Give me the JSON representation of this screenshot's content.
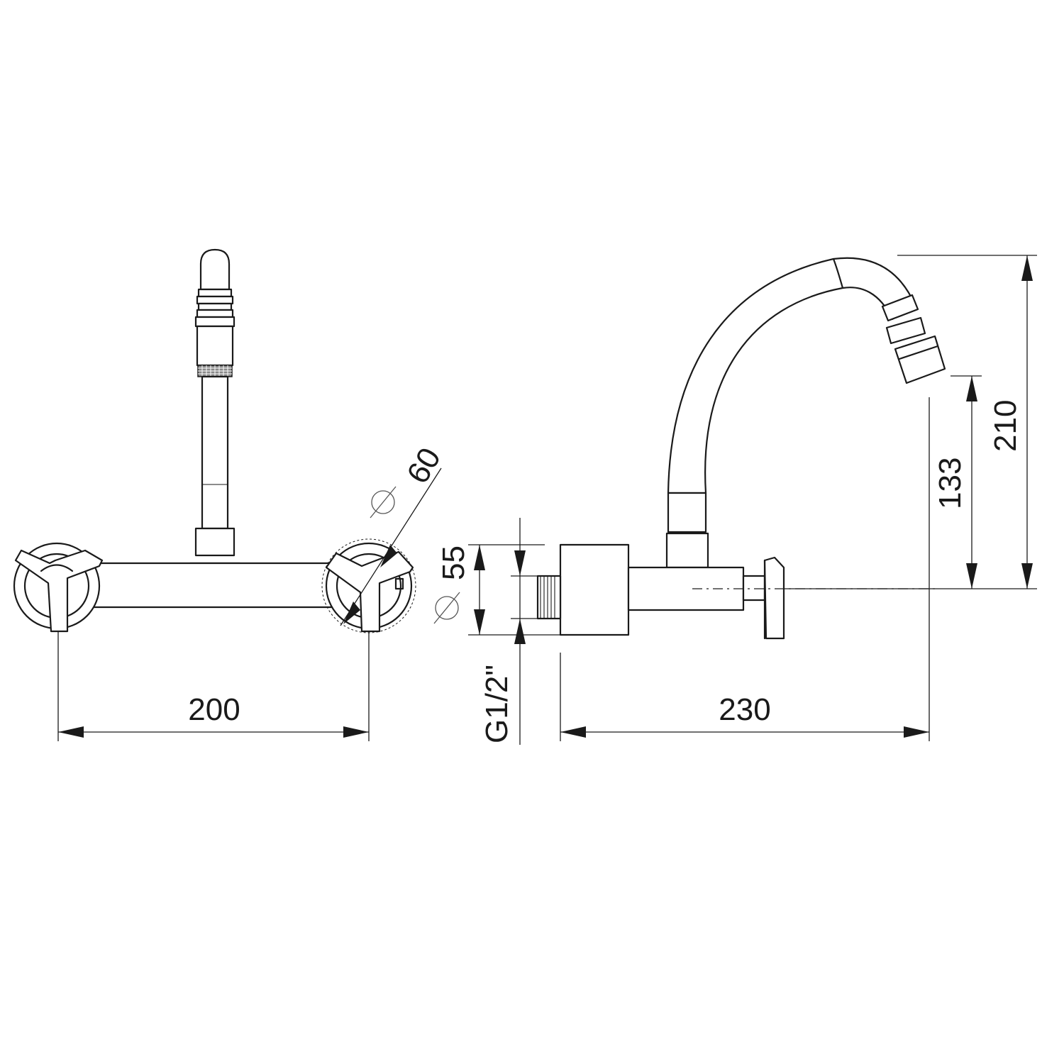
{
  "dimensions": {
    "center_distance": "200",
    "projection": "230",
    "spout_height": "210",
    "outlet_height": "133",
    "rosette_diameter": "60",
    "body_diameter": "55",
    "connection_thread": "G1/2\""
  }
}
